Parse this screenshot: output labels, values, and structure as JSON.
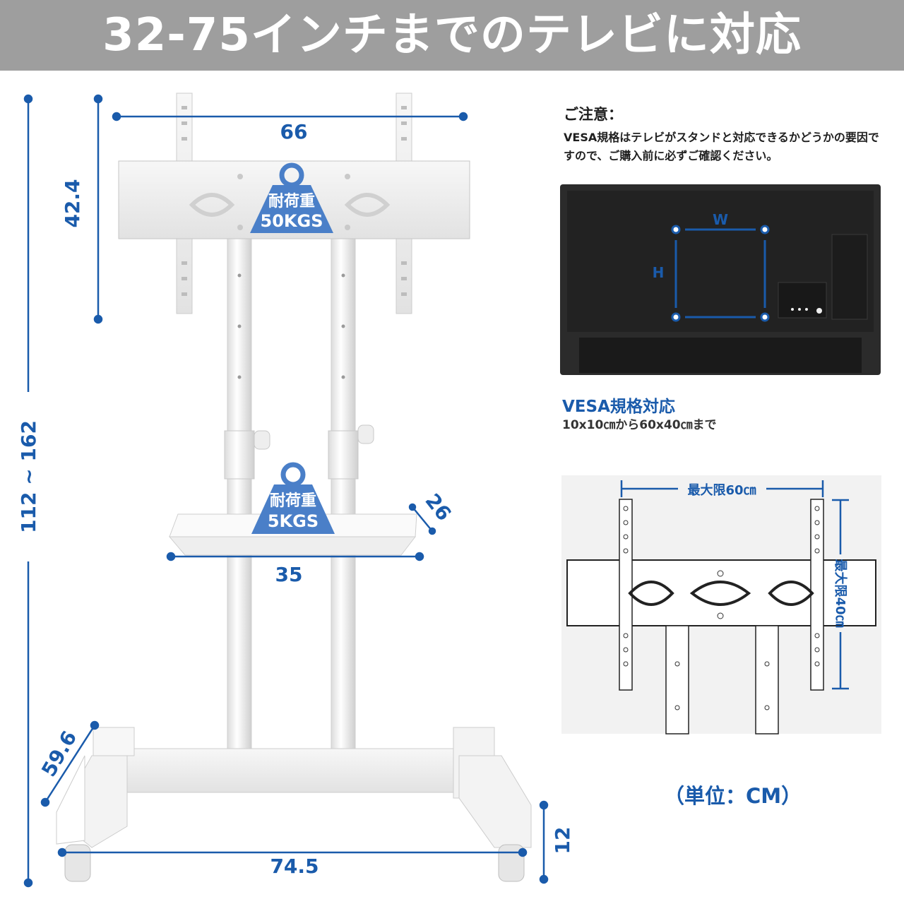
{
  "header": {
    "title": "32-75インチまでのテレビに対応"
  },
  "dimensions": {
    "bracket_width": "66",
    "bracket_height": "42.4",
    "total_height": "112 ~ 162",
    "shelf_width": "35",
    "shelf_depth": "26",
    "base_depth": "59.6",
    "base_width": "74.5",
    "base_height": "12"
  },
  "load_badges": {
    "bracket": {
      "label": "耐荷重",
      "value": "50KGS"
    },
    "shelf": {
      "label": "耐荷重",
      "value": "5KGS"
    }
  },
  "note": {
    "title": "ご注意：",
    "body": "VESA規格はテレビがスタンドと対応できるかどうかの要因ですので、ご購入前に必ずご確認ください。"
  },
  "tv_back": {
    "w_label": "W",
    "h_label": "H"
  },
  "vesa": {
    "title": "VESA規格対応",
    "range": "10x10㎝から60x40㎝まで"
  },
  "bracket_detail": {
    "max_width": "最大限60㎝",
    "max_height": "最大限40㎝"
  },
  "unit_note": "（単位：CM）",
  "colors": {
    "accent": "#1a5bab",
    "banner": "#9e9e9e",
    "badge": "#4a7fc8"
  }
}
